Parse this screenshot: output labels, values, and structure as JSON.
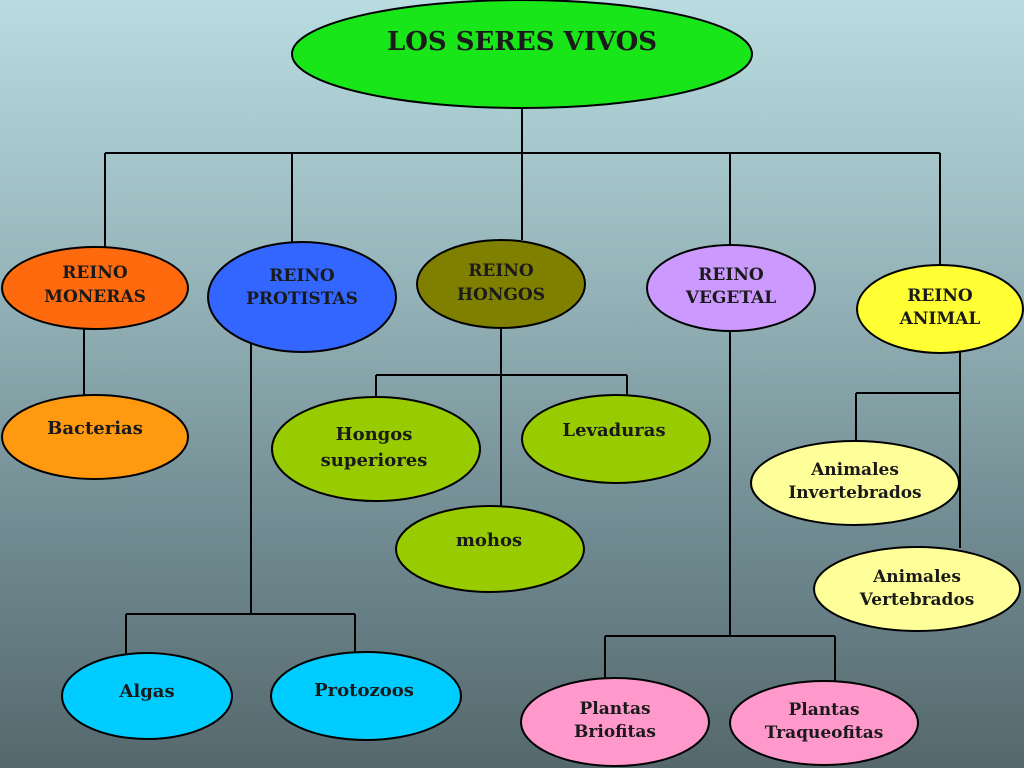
{
  "title": "LOS SERES VIVOS",
  "colors": {
    "root": "#19e619",
    "moneras": "#ff6a0e",
    "protistas": "#3366ff",
    "hongos": "#808000",
    "vegetal": "#cc99ff",
    "animal": "#ffff33",
    "bacterias": "#ff9a10",
    "hongos_sub": "#99cc00",
    "animal_sub": "#ffff99",
    "protistas_sub": "#00ccff",
    "vegetal_sub": "#ff99cc"
  },
  "kingdoms": [
    {
      "id": "moneras",
      "lines": [
        "REINO",
        "MONERAS"
      ]
    },
    {
      "id": "protistas",
      "lines": [
        "REINO",
        "PROTISTAS"
      ]
    },
    {
      "id": "hongos",
      "lines": [
        "REINO",
        "HONGOS"
      ]
    },
    {
      "id": "vegetal",
      "lines": [
        "REINO",
        "VEGETAL"
      ]
    },
    {
      "id": "animal",
      "lines": [
        "REINO",
        "ANIMAL"
      ]
    }
  ],
  "subgroups": {
    "bacterias": [
      "Bacterias"
    ],
    "hongos_superiores": [
      "Hongos",
      "superiores"
    ],
    "levaduras": [
      "Levaduras"
    ],
    "mohos": [
      "mohos"
    ],
    "animales_invertebrados": [
      "Animales",
      "Invertebrados"
    ],
    "animales_vertebrados": [
      "Animales",
      "Vertebrados"
    ],
    "algas": [
      "Algas"
    ],
    "protozoos": [
      "Protozoos"
    ],
    "plantas_briofitas": [
      "Plantas",
      "Briofitas"
    ],
    "plantas_traqueofitas": [
      "Plantas",
      "Traqueofitas"
    ]
  }
}
